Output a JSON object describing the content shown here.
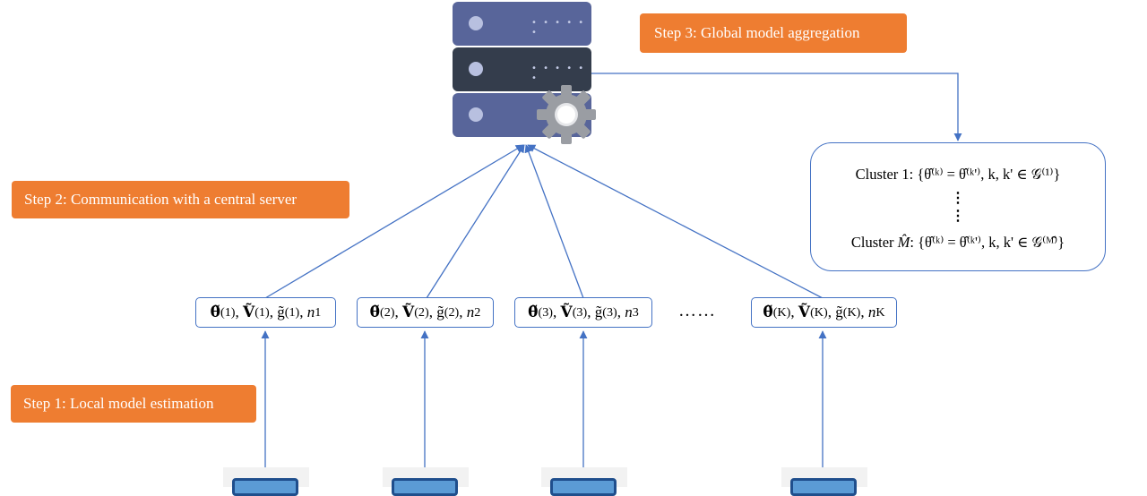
{
  "steps": {
    "step1": "Step 1: Local model estimation",
    "step2": "Step 2: Communication with a central server",
    "step3": "Step 3: Global model aggregation"
  },
  "clients": [
    {
      "theta": "θ̃",
      "theta_sup": "(1)",
      "V": "Ṽ",
      "V_sup": "(1)",
      "g": "g̃",
      "g_sup": "(1)",
      "n": "n",
      "n_sub": "1"
    },
    {
      "theta": "θ̃",
      "theta_sup": "(2)",
      "V": "Ṽ",
      "V_sup": "(2)",
      "g": "g̃",
      "g_sup": "(2)",
      "n": "n",
      "n_sub": "2"
    },
    {
      "theta": "θ̃",
      "theta_sup": "(3)",
      "V": "Ṽ",
      "V_sup": "(3)",
      "g": "g̃",
      "g_sup": "(3)",
      "n": "n",
      "n_sub": "3"
    },
    {
      "theta": "θ̃",
      "theta_sup": "(K)",
      "V": "Ṽ",
      "V_sup": "(K)",
      "g": "g̃",
      "g_sup": "(K)",
      "n": "n",
      "n_sub": "K"
    }
  ],
  "ellipsis": "……",
  "cluster": {
    "line1_label": "Cluster  1:",
    "line1_math": "{θ̂⁽ᵏ⁾ = θ̂⁽ᵏ'⁾, k, k' ∈ 𝒢⁽¹⁾}",
    "vdots": "⋮",
    "line2_label": "Cluster",
    "line2_M": "M̂",
    "line2_math": ": {θ̂⁽ᵏ⁾ = θ̂⁽ᵏ'⁾, k, k' ∈ 𝒢⁽ᴹ̂⁾}"
  },
  "colors": {
    "accent_orange": "#ee7d31",
    "line_blue": "#4472c4",
    "server_light": "#58659a",
    "server_dark": "#343d4c",
    "gear": "#9a9da3"
  },
  "icons": [
    "server-icon",
    "gear-icon",
    "laptop-icon"
  ]
}
